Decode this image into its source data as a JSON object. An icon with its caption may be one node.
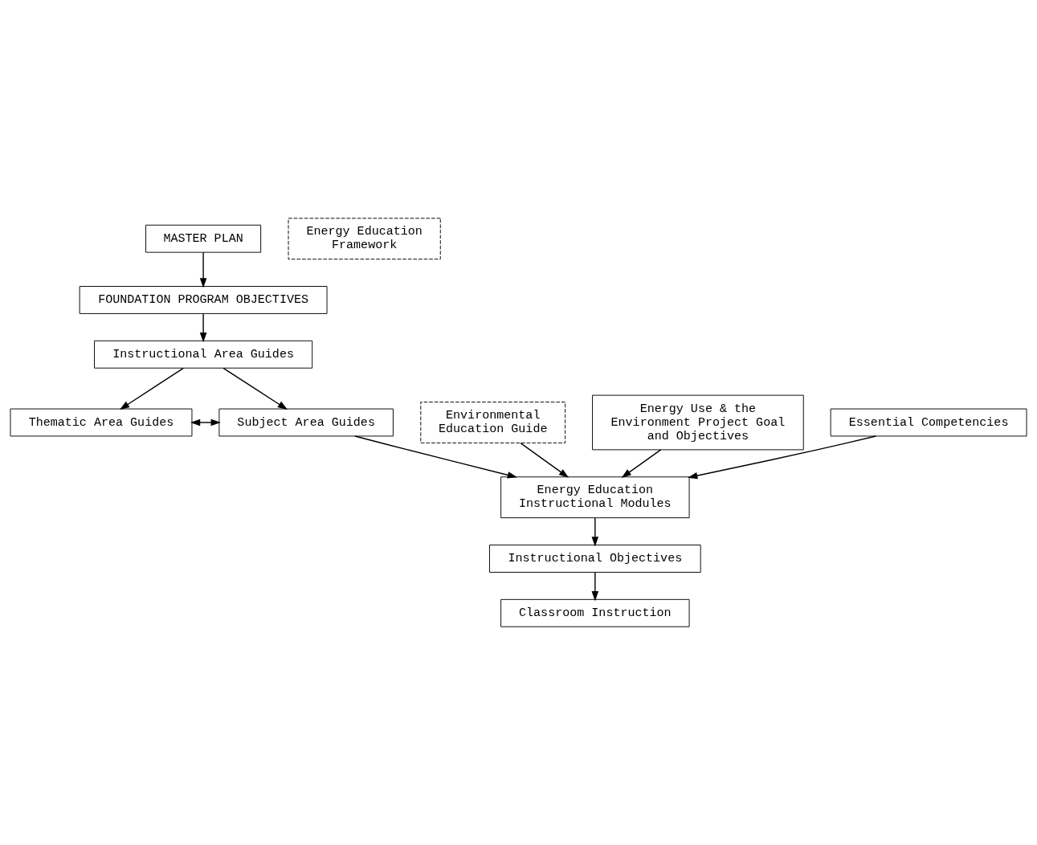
{
  "diagram": {
    "nodes": [
      {
        "text": [
          "MASTER PLAN"
        ]
      },
      {
        "text": [
          "FOUNDATION PROGRAM OBJECTIVES"
        ]
      },
      {
        "text": [
          "Instructional Area Guides"
        ]
      },
      {
        "text": [
          "Thematic Area Guides"
        ]
      },
      {
        "text": [
          "Environmental Education Guide"
        ]
      },
      {
        "text": [
          "Subject Area Guides"
        ]
      },
      {
        "text": [
          "Energy Use & the Environment Project Goal and Objectives"
        ]
      },
      {
        "text": [
          "Energy Education Framework"
        ]
      },
      {
        "text": [
          "Energy Education Instructional Modules"
        ]
      },
      {
        "text": [
          "Essential Competencies"
        ]
      },
      {
        "text": [
          "Instructional Objectives"
        ]
      },
      {
        "text": [
          "Classroom Instruction"
        ]
      }
    ],
    "edges": [
      {
        "from": 0,
        "to": 1,
        "arrow": "to"
      },
      {
        "from": 1,
        "to": 2,
        "arrow": "to"
      },
      {
        "from": 2,
        "to": 3,
        "arrow": "to"
      },
      {
        "from": 2,
        "to": 5,
        "arrow": "to"
      },
      {
        "from": 3,
        "to": 5,
        "arrow": "both"
      },
      {
        "from": 4,
        "to": 8,
        "arrow": "to"
      },
      {
        "from": 5,
        "to": 8,
        "arrow": "to"
      },
      {
        "from": 6,
        "to": 8,
        "arrow": "to"
      },
      {
        "from": 9,
        "to": 8,
        "arrow": "to"
      },
      {
        "from": 8,
        "to": 10,
        "arrow": "to"
      },
      {
        "from": 10,
        "to": 11,
        "arrow": "to"
      }
    ]
  }
}
